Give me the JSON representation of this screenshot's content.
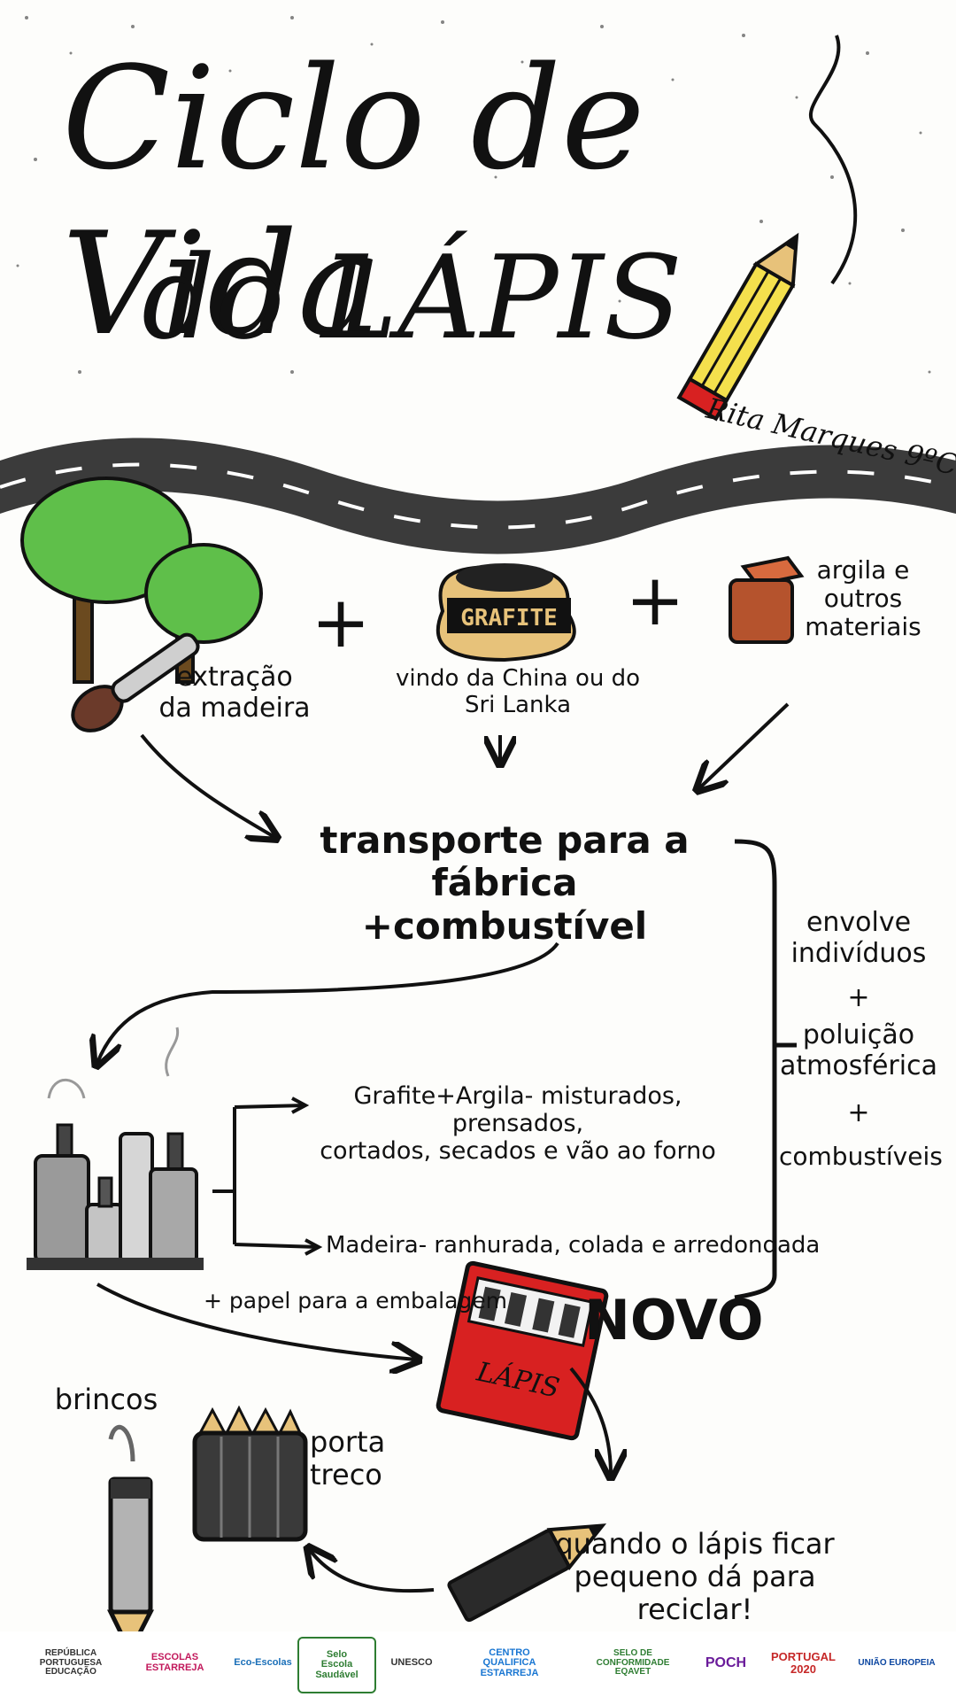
{
  "title": {
    "line1": "Ciclo de Vida",
    "line2": "do LÁPIS"
  },
  "author": "Rita Marques 9ºC",
  "inputs": {
    "wood": "extração\nda madeira",
    "graphite_label": "GRAFITE",
    "graphite": "vindo da China ou do\nSri Lanka",
    "clay": "argila e\noutros\nmateriais",
    "plus": "+"
  },
  "transport": "transporte para a fábrica\n+combustível",
  "side_note": {
    "l1": "envolve\nindivíduos",
    "plus1": "+",
    "l2": "poluição\natmosférica",
    "plus2": "+",
    "l3": "combustíveis"
  },
  "factory": {
    "branch1": "Grafite+Argila- misturados, prensados,\ncortados, secados e vão ao forno",
    "branch2": "Madeira- ranhurada, colada e arredondada"
  },
  "packaging": "+ papel para a embalagem",
  "box_label": "LÁPIS",
  "new": "NOVO",
  "reuse": {
    "earrings": "brincos",
    "holder": "porta\ntreco",
    "recycle": "quando o lápis ficar\npequeno dá para reciclar!"
  },
  "logos": [
    {
      "name": "republica",
      "text": "REPÚBLICA\nPORTUGUESA\nEDUCAÇÃO"
    },
    {
      "name": "estarreja",
      "text": "ESCOLAS\nESTARREJA"
    },
    {
      "name": "eco",
      "text": "Eco-Escolas"
    },
    {
      "name": "selo",
      "text": "Selo\nEscola\nSaudável"
    },
    {
      "name": "unesco",
      "text": "UNESCO"
    },
    {
      "name": "qualifica",
      "text": "CENTRO\nQUALIFICA\nESTARREJA"
    },
    {
      "name": "eqavet",
      "text": "SELO DE\nCONFORMIDADE\nEQAVET"
    },
    {
      "name": "poch",
      "text": "POCH"
    },
    {
      "name": "portugal2020",
      "text": "PORTUGAL\n2020"
    },
    {
      "name": "eu",
      "text": "UNIÃO EUROPEIA"
    }
  ],
  "colors": {
    "tree": "#5fbf4a",
    "trunk": "#6b4a1f",
    "graphite_sack": "#e7c27a",
    "clay": "#b5532d",
    "road": "#3b3b3b",
    "box_red": "#d82121",
    "pencil_yellow": "#f4e04d"
  }
}
